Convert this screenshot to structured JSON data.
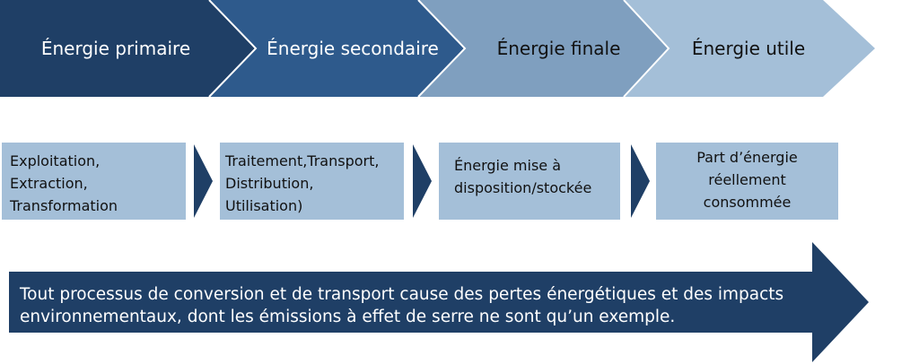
{
  "stages": [
    {
      "label": "Énergie primaire",
      "color": "#1f3f66",
      "text_color": "#ffffff"
    },
    {
      "label": "Énergie secondaire",
      "color": "#2e5a8c",
      "text_color": "#ffffff"
    },
    {
      "label": "Énergie finale",
      "color": "#7f9fbf",
      "text_color": "#111111"
    },
    {
      "label": "Énergie utile",
      "color": "#a4bfd8",
      "text_color": "#111111"
    }
  ],
  "descriptions": [
    "Exploitation,\nExtraction,\nTransformation",
    "Traitement,Transport,\nDistribution,\nUtilisation)",
    "Énergie mise à\ndisposition/stockée",
    "Part d’énergie\nréellement\nconsommée"
  ],
  "connector_color": "#1f3f66",
  "box_color": "#a4bfd8",
  "note": "Tout processus de conversion et de transport cause des pertes énergétiques et des impacts\nenvironnementaux, dont les émissions à effet de serre ne sont qu’un exemple.",
  "note_arrow_color": "#1f3f66"
}
